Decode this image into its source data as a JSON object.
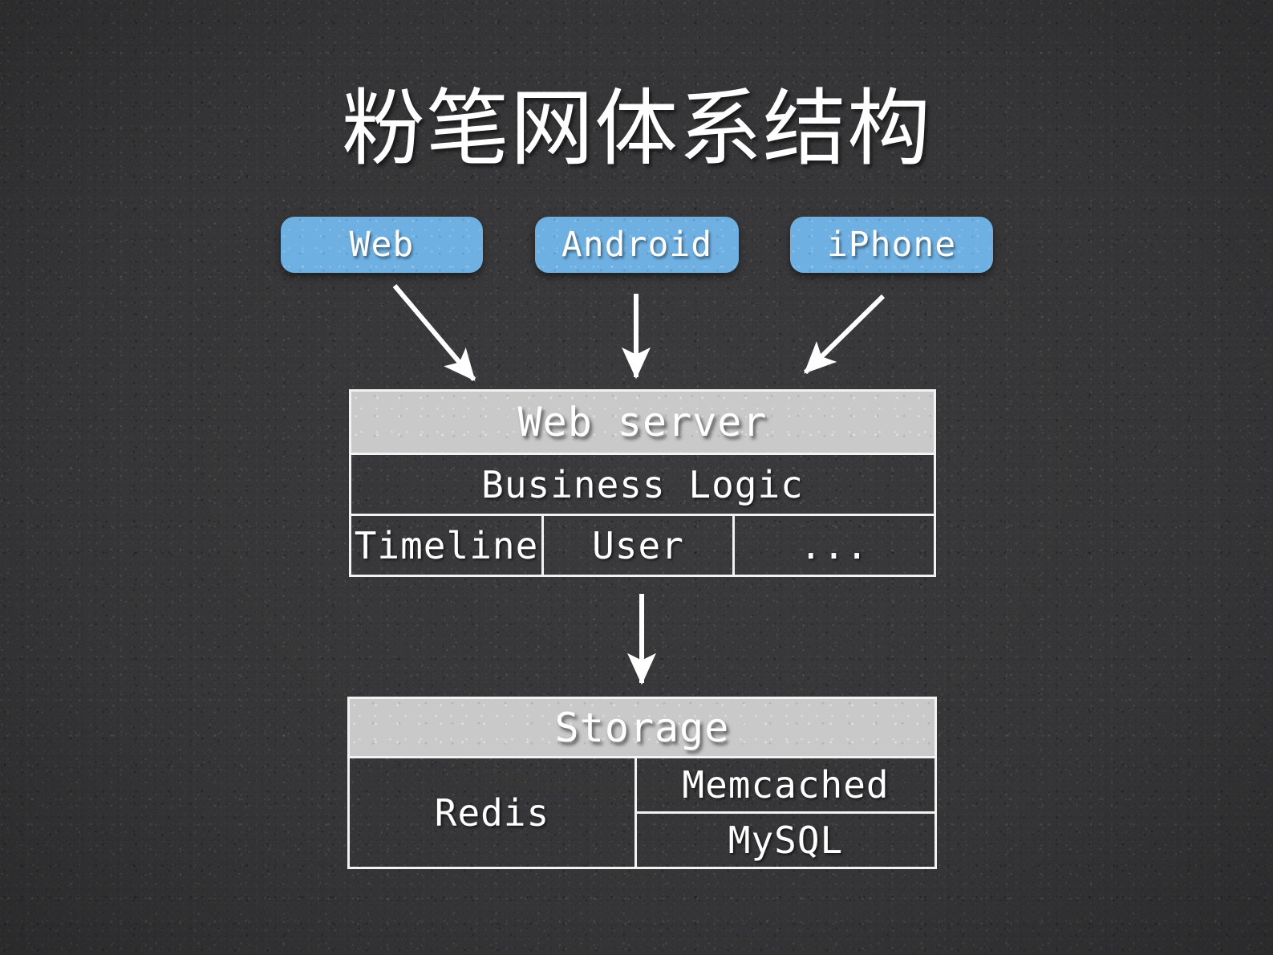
{
  "slide": {
    "title": "粉笔网体系结构",
    "background_color": "#3b3b3d",
    "accent_color": "#6fb0e2",
    "header_fill_color": "#c9c9c9",
    "border_color": "#f2f2f2",
    "text_color": "#ffffff"
  },
  "clients": [
    {
      "label": "Web"
    },
    {
      "label": "Android"
    },
    {
      "label": "iPhone"
    }
  ],
  "web_server": {
    "header": "Web server",
    "logic_row": "Business Logic",
    "modules": [
      {
        "label": "Timeline"
      },
      {
        "label": "User"
      },
      {
        "label": "..."
      }
    ]
  },
  "storage": {
    "header": "Storage",
    "primary": {
      "label": "Redis"
    },
    "secondary": [
      {
        "label": "Memcached"
      },
      {
        "label": "MySQL"
      }
    ]
  },
  "connections": [
    {
      "from": "Web",
      "to": "Web server"
    },
    {
      "from": "Android",
      "to": "Web server"
    },
    {
      "from": "iPhone",
      "to": "Web server"
    },
    {
      "from": "Web server",
      "to": "Storage"
    }
  ]
}
